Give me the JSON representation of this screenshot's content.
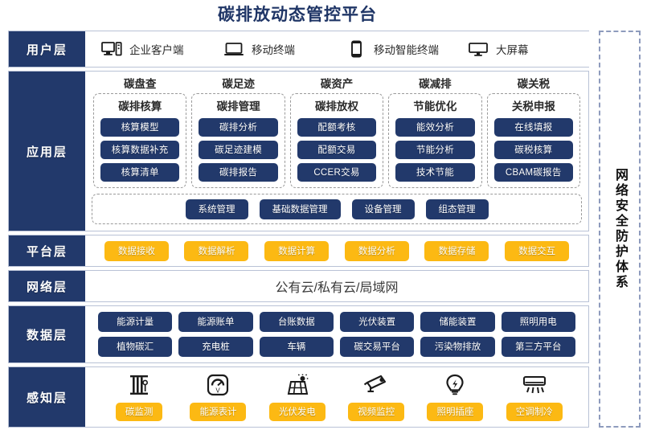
{
  "title": "碳排放动态管控平台",
  "security_band": {
    "label": "网络安全防护体系"
  },
  "layers": {
    "user": {
      "label": "用户层",
      "items": [
        {
          "icon": "desktop-tower-icon",
          "label": "企业客户端"
        },
        {
          "icon": "laptop-icon",
          "label": "移动终端"
        },
        {
          "icon": "smartphone-icon",
          "label": "移动智能终端"
        },
        {
          "icon": "large-screen-icon",
          "label": "大屏幕"
        }
      ]
    },
    "app": {
      "label": "应用层",
      "groups": [
        {
          "title": "碳盘查",
          "subtitle": "碳排核算",
          "items": [
            "核算模型",
            "核算数据补充",
            "核算清单"
          ]
        },
        {
          "title": "碳足迹",
          "subtitle": "碳排管理",
          "items": [
            "碳排分析",
            "碳足迹建模",
            "碳排报告"
          ]
        },
        {
          "title": "碳资产",
          "subtitle": "碳排放权",
          "items": [
            "配额考核",
            "配额交易",
            "CCER交易"
          ]
        },
        {
          "title": "碳减排",
          "subtitle": "节能优化",
          "items": [
            "能效分析",
            "节能分析",
            "技术节能"
          ]
        },
        {
          "title": "碳关税",
          "subtitle": "关税申报",
          "items": [
            "在线填报",
            "碳税核算",
            "CBAM碳报告"
          ]
        }
      ],
      "common": [
        "系统管理",
        "基础数据管理",
        "设备管理",
        "组态管理"
      ]
    },
    "platform": {
      "label": "平台层",
      "items": [
        "数据接收",
        "数据解析",
        "数据计算",
        "数据分析",
        "数据存储",
        "数据交互"
      ]
    },
    "network": {
      "label": "网络层",
      "text": "公有云/私有云/局域网"
    },
    "data": {
      "label": "数据层",
      "rows": [
        [
          "能源计量",
          "能源账单",
          "台账数据",
          "光伏装置",
          "储能装置",
          "照明用电"
        ],
        [
          "植物碳汇",
          "充电桩",
          "车辆",
          "碳交易平台",
          "污染物排放",
          "第三方平台"
        ]
      ]
    },
    "sense": {
      "label": "感知层",
      "items": [
        {
          "icon": "carbon-monitor-icon",
          "label": "碳监测"
        },
        {
          "icon": "energy-meter-icon",
          "label": "能源表计"
        },
        {
          "icon": "solar-panel-icon",
          "label": "光伏发电"
        },
        {
          "icon": "cctv-camera-icon",
          "label": "视频监控"
        },
        {
          "icon": "light-bulb-icon",
          "label": "照明插座"
        },
        {
          "icon": "air-conditioner-icon",
          "label": "空调制冷"
        }
      ]
    }
  },
  "colors": {
    "navy": "#22396b",
    "amber": "#fcb913",
    "border": "#b9c2d6",
    "dashed": "#9a9a9a"
  }
}
